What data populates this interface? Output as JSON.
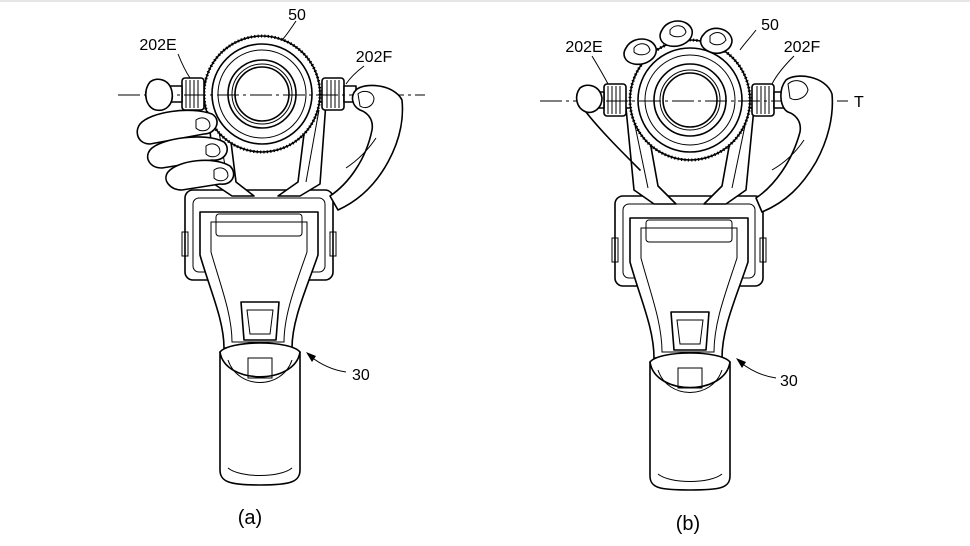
{
  "panels": [
    {
      "id": "a",
      "caption": "(a)",
      "labels": {
        "lens": "50",
        "left_knob": "202E",
        "right_knob": "202F",
        "grip": "30",
        "axis": ""
      }
    },
    {
      "id": "b",
      "caption": "(b)",
      "labels": {
        "lens": "50",
        "left_knob": "202E",
        "right_knob": "202F",
        "grip": "30",
        "axis": "T"
      }
    }
  ],
  "colors": {
    "line": "#000000",
    "background": "#ffffff"
  }
}
